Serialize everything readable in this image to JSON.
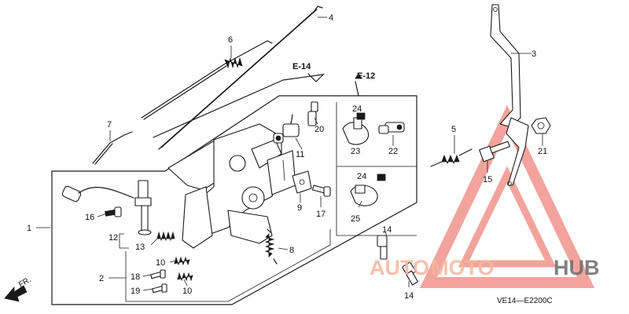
{
  "callouts": {
    "c1": "1",
    "c2": "2",
    "c3": "3",
    "c4": "4",
    "c5": "5",
    "c6": "6",
    "c7": "7",
    "c8": "8",
    "c9": "9",
    "c10a": "10",
    "c10b": "10",
    "c11": "11",
    "c12": "12",
    "c13": "13",
    "c14a": "14",
    "c14b": "14",
    "c15": "15",
    "c16": "16",
    "c17": "17",
    "c18": "18",
    "c19": "19",
    "c20": "20",
    "c21": "21",
    "c22": "22",
    "c23": "23",
    "c24a": "24",
    "c24b": "24",
    "c25": "25"
  },
  "references": {
    "e14": "E-14",
    "e12": "E-12"
  },
  "front_label": "FR.",
  "diagram_code": "VE14—E2200C",
  "watermark": {
    "part1": "AUTO",
    "part2": "MOTO",
    "part3": "HUB"
  },
  "colors": {
    "line": "#1a1a1a",
    "watermark_red": "#e8594c",
    "watermark_pink": "#f5b69e",
    "watermark_gray": "#6b6b6b"
  }
}
